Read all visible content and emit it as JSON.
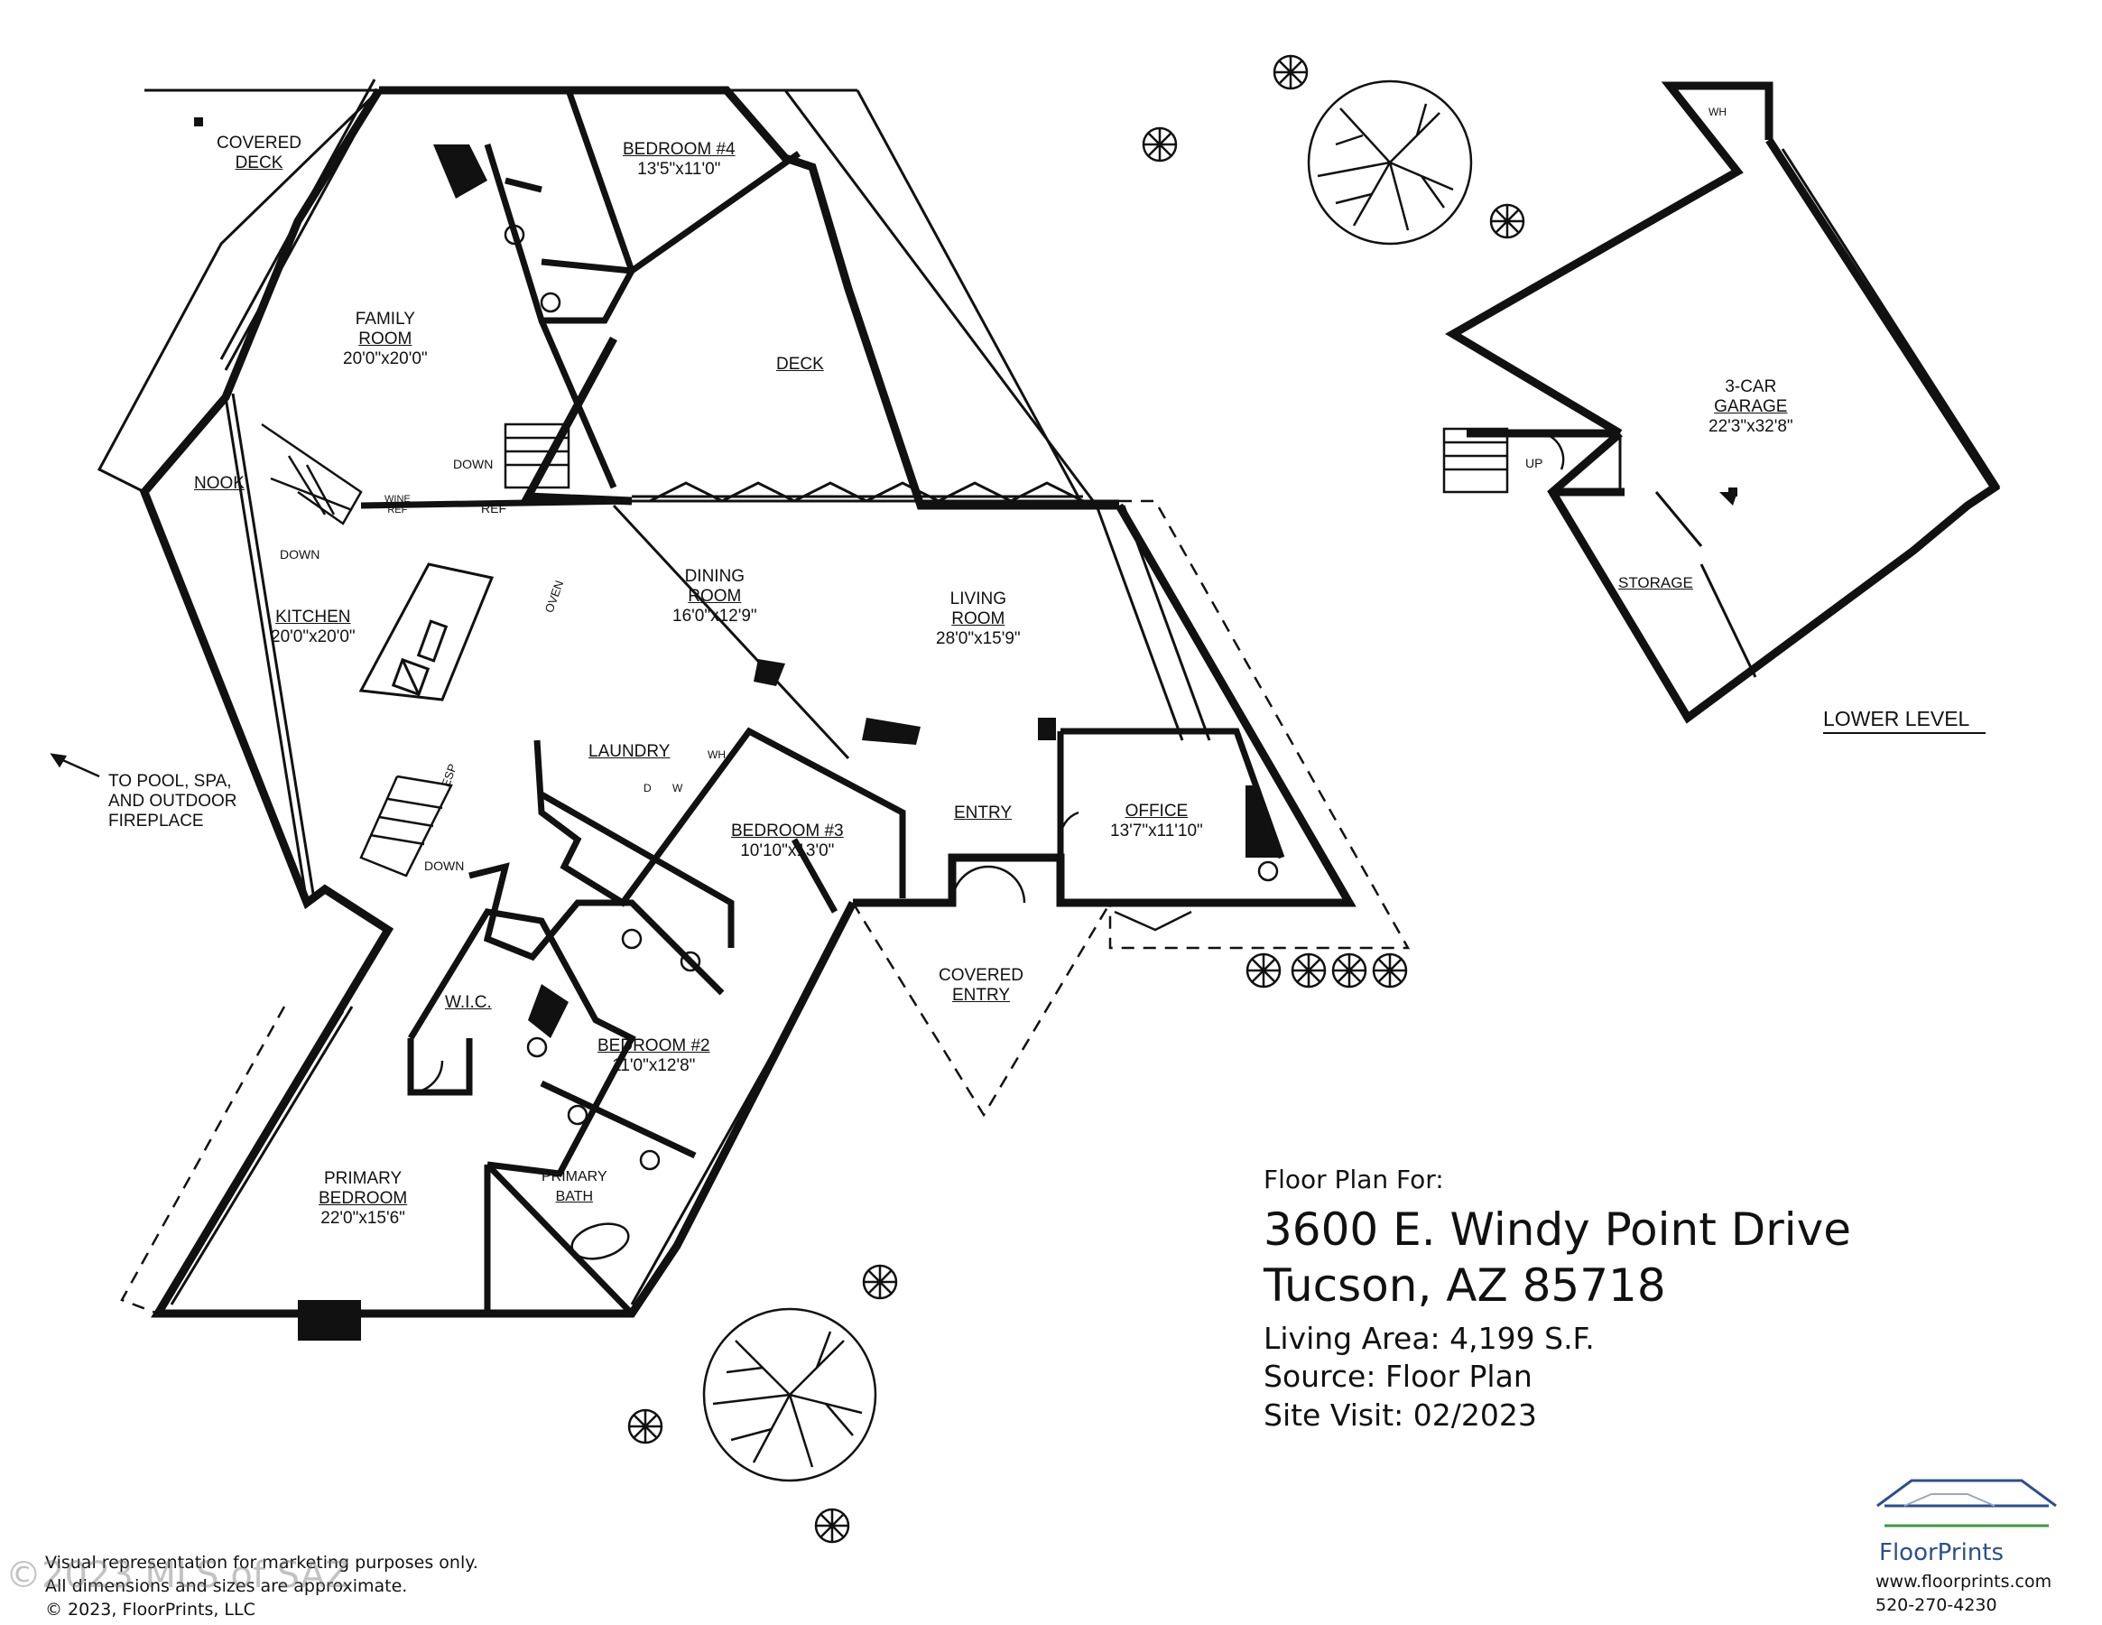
{
  "colors": {
    "wall": "#111111",
    "accent": "#2c4f8c",
    "accent_green": "#3f9a3a"
  },
  "rooms": {
    "covered_deck_top": [
      "COVERED",
      "DECK"
    ],
    "family_room": [
      "FAMILY",
      "ROOM"
    ],
    "family_room_size": "20'0\"x20'0\"",
    "bedroom4": "BEDROOM #4",
    "bedroom4_size": "13'5\"x11'0\"",
    "deck": "DECK",
    "nook": "NOOK",
    "kitchen": "KITCHEN",
    "kitchen_size": "20'0\"x20'0\"",
    "dining_room": [
      "DINING",
      "ROOM"
    ],
    "dining_room_size": "16'0\"x12'9\"",
    "living_room": [
      "LIVING",
      "ROOM"
    ],
    "living_room_size": "28'0\"x15'9\"",
    "laundry": "LAUNDRY",
    "bedroom3": "BEDROOM #3",
    "bedroom3_size": "10'10\"x13'0\"",
    "entry": "ENTRY",
    "office": "OFFICE",
    "office_size": "13'7\"x11'10\"",
    "covered_entry": [
      "COVERED",
      "ENTRY"
    ],
    "wic": "W.I.C.",
    "bedroom2": "BEDROOM #2",
    "bedroom2_size": "11'0\"x12'8\"",
    "primary_bedroom": [
      "PRIMARY",
      "BEDROOM"
    ],
    "primary_bedroom_size": "22'0\"x15'6\"",
    "primary_bath": [
      "PRIMARY",
      "BATH"
    ],
    "garage": [
      "3-CAR",
      "GARAGE"
    ],
    "garage_size": "22'3\"x32'8\"",
    "storage": "STORAGE",
    "lower_level": "LOWER LEVEL"
  },
  "fixtures": {
    "down": "DOWN",
    "up": "UP",
    "wine_ref": [
      "WINE",
      "REF"
    ],
    "ref": "REF",
    "oven": "OVEN",
    "esp": "ESP",
    "wh": "WH",
    "d": "D",
    "w": "W"
  },
  "pool_note": [
    "TO POOL, SPA,",
    "AND OUTDOOR",
    "FIREPLACE"
  ],
  "info": {
    "heading": "Floor Plan For:",
    "address1": "3600 E. Windy Point Drive",
    "address2": "Tucson, AZ  85718",
    "living_area": "Living Area:  4,199 S.F.",
    "source": "Source:  Floor Plan",
    "site_visit": "Site Visit:  02/2023"
  },
  "footer": {
    "line1": "Visual representation for marketing purposes only.",
    "line2": "All dimensions and sizes are approximate.",
    "line3": "© 2023, FloorPrints, LLC"
  },
  "brand": {
    "name": "FloorPrints",
    "url": "www.floorprints.com",
    "phone": "520-270-4230"
  },
  "watermark": "©2023 MLS of SAZ"
}
